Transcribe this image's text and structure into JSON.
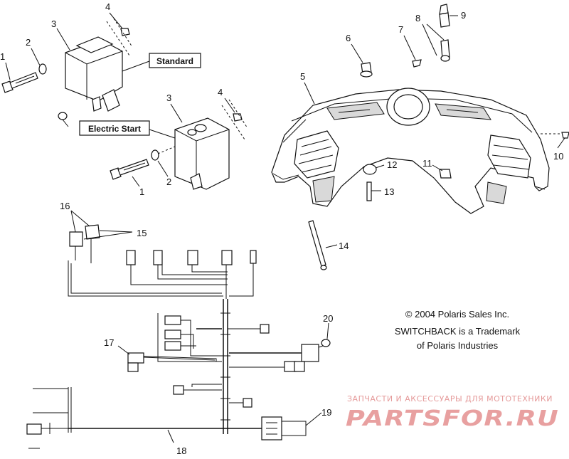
{
  "callouts": {
    "c1a": "1",
    "c2a": "2",
    "c3a": "3",
    "c4a": "4",
    "c1b": "1",
    "c2b": "2",
    "c3b": "3",
    "c4b": "4",
    "c5": "5",
    "c6": "6",
    "c7": "7",
    "c8": "8",
    "c9": "9",
    "c10": "10",
    "c11": "11",
    "c12": "12",
    "c13": "13",
    "c14": "14",
    "c15": "15",
    "c16": "16",
    "c17": "17",
    "c18": "18",
    "c19": "19",
    "c20": "20"
  },
  "labels": {
    "standard": "Standard",
    "electric_start": "Electric Start"
  },
  "footer": {
    "copyright": "© 2004 Polaris Sales Inc.",
    "trademark_line1": "SWITCHBACK is a Trademark",
    "trademark_line2": "of Polaris Industries"
  },
  "watermark": {
    "tagline": "ЗАПЧАСТИ И АКСЕССУАРЫ ДЛЯ МОТОТЕХНИКИ",
    "brand": "PARTSFOR.RU"
  },
  "colors": {
    "line": "#111111",
    "watermark": "#e8a0a0"
  }
}
